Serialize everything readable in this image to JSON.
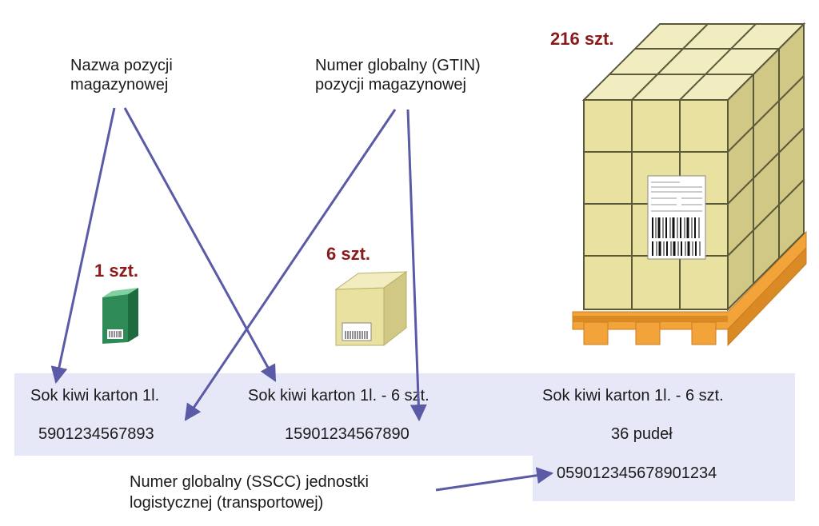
{
  "labels": {
    "item_name": [
      "Nazwa pozycji",
      "magazynowej"
    ],
    "gtin": [
      "Numer globalny (GTIN)",
      "pozycji magazynowej"
    ],
    "sscc": [
      "Numer globalny (SSCC) jednostki",
      "logistycznej (transportowej)"
    ]
  },
  "quantities": {
    "single": "1 szt.",
    "box": "6 szt.",
    "pallet": "216 szt."
  },
  "columns": [
    {
      "name": "Sok kiwi karton 1l.",
      "number": "5901234567893"
    },
    {
      "name": "Sok kiwi karton 1l. - 6 szt.",
      "number": "15901234567890"
    },
    {
      "name": "Sok kiwi karton 1l. - 6 szt.",
      "count": "36 pudeł",
      "number": "059012345678901234"
    }
  ],
  "colors": {
    "band": "#e6e8f7",
    "arrow": "#5a5aa6",
    "qty": "#8b1a1a",
    "box": "#e8e1a0",
    "box_dark": "#b7ae6a",
    "carton": "#2e8b57",
    "pallet": "#f2a33a"
  }
}
